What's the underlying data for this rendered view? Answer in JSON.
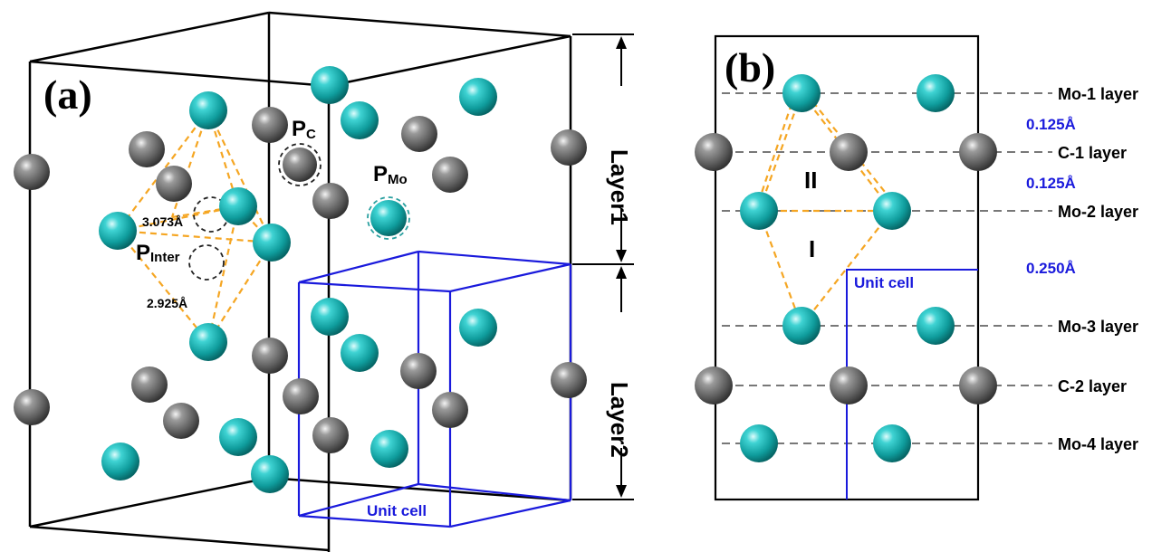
{
  "panel_a": {
    "label": "(a)",
    "dist_top": "3.073Å",
    "dist_bottom": "2.925Å",
    "pc_main": "P",
    "pc_sub": "C",
    "pmo_main": "P",
    "pmo_sub": "Mo",
    "pinter_main": "P",
    "pinter_sub": "Inter",
    "unit_cell": "Unit cell",
    "layer1": "Layer1",
    "layer2": "Layer2"
  },
  "panel_b": {
    "label": "(b)",
    "region_upper": "II",
    "region_lower": "I",
    "unit_cell": "Unit cell",
    "layers": [
      "Mo-1 layer",
      "C-1 layer",
      "Mo-2 layer",
      "Mo-3 layer",
      "C-2 layer",
      "Mo-4 layer"
    ],
    "gaps": [
      "0.125Å",
      "0.125Å",
      "0.250Å"
    ]
  },
  "colors": {
    "mo_atom": "#19b3b3",
    "c_atom": "#707070",
    "bond": "#f5a623",
    "unit_cell": "#1a1adc",
    "layer_line": "#666666",
    "site_circle_mo": "#2aa0a0",
    "frame": "#000000"
  },
  "legend_atoms": {
    "mo": "teal-sphere",
    "c": "gray-sphere"
  }
}
